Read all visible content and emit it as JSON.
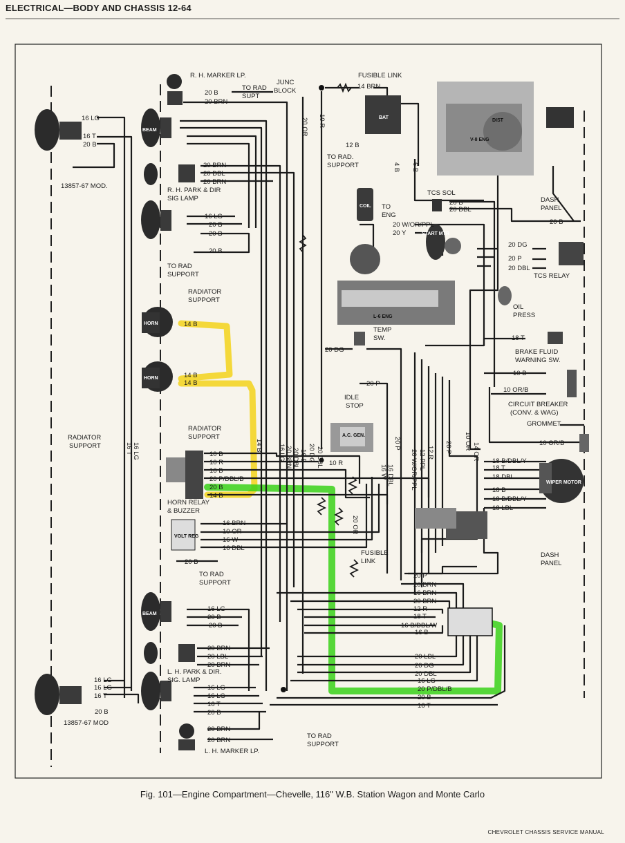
{
  "header": "ELECTRICAL—BODY AND CHASSIS 12-64",
  "caption": "Fig. 101—Engine Compartment—Chevelle, 116\" W.B. Station Wagon and Monte Carlo",
  "footer": "CHEVROLET CHASSIS SERVICE MANUAL",
  "highlight_colors": {
    "yellow": "#f3d21b",
    "green": "#39d11a"
  },
  "labels": {
    "rh_marker": "R. H. MARKER LP.",
    "to_rad_supt": "TO RAD",
    "to_rad_supt2": "SUPT",
    "junc_block1": "JUNC",
    "junc_block2": "BLOCK",
    "fusible_link_top": "FUSIBLE LINK",
    "mod_top": "13857-67 MOD.",
    "rh_park1": "R. H. PARK & DIR",
    "rh_park2": "SIG LAMP",
    "to_rad_support_a1": "TO RAD",
    "to_rad_support_a2": "SUPPORT",
    "radiator_support_a1": "RADIATOR",
    "radiator_support_a2": "SUPPORT",
    "to_rad_support_b1": "TO RAD.",
    "to_rad_support_b2": "SUPPORT",
    "to_eng1": "TO",
    "to_eng2": "ENG",
    "tcs_sol": "TCS SOL",
    "dash_panel_a1": "DASH",
    "dash_panel_a2": "PANEL",
    "tcs_relay": "TCS RELAY",
    "oil_press1": "OIL",
    "oil_press2": "PRESS",
    "temp_sw1": "TEMP",
    "temp_sw2": "SW.",
    "brake_fluid1": "BRAKE FLUID",
    "brake_fluid2": "WARNING SW.",
    "idle_stop1": "IDLE",
    "idle_stop2": "STOP",
    "circuit_breaker1": "CIRCUIT BREAKER",
    "circuit_breaker2": "(CONV. & WAG)",
    "grommet": "GROMMET",
    "radiator_support_left1": "RADIATOR",
    "radiator_support_left2": "SUPPORT",
    "radiator_support_b1": "RADIATOR",
    "radiator_support_b2": "SUPPORT",
    "horn_relay1": "HORN RELAY",
    "horn_relay2": "& BUZZER",
    "fusible_link_mid1": "FUSIBLE",
    "fusible_link_mid2": "LINK",
    "to_rad_support_c1": "TO RAD",
    "to_rad_support_c2": "SUPPORT",
    "dash_panel_b1": "DASH",
    "dash_panel_b2": "PANEL",
    "lh_park1": "L. H. PARK & DIR.",
    "lh_park2": "SIG. LAMP",
    "mod_bottom": "13857-67 MOD",
    "to_rad_support_d1": "TO RAD",
    "to_rad_support_d2": "SUPPORT",
    "lh_marker": "L. H. MARKER LP.",
    "l6_eng": "L-6 ENG",
    "v8_eng": "V-8 ENG",
    "dist": "DIST",
    "coil": "COIL",
    "ac_gen": "A.C. GEN.",
    "bat": "BAT",
    "starter": "START MTR",
    "horn": "HORN",
    "beam": "BEAM",
    "volt_reg": "VOLT REG",
    "wiper_motor": "WIPER MOTOR"
  },
  "wires": [
    "20 B",
    "20 BRN",
    "14 BRN",
    "12 B",
    "10 R",
    "20 OR",
    "6 B",
    "4 B",
    "16 LG",
    "16 T",
    "20 B",
    "20 BRN",
    "20 DBL",
    "20 BRN",
    "16 LG",
    "20 B",
    "20 B",
    "20 B",
    "20 W/OR/PPL",
    "20 Y",
    "20 B",
    "20 DBL",
    "20 B",
    "20 DG",
    "20 P",
    "20 DBL",
    "14 B",
    "14 B",
    "14 B",
    "20 DG",
    "18 T",
    "10 B",
    "10 OR/B",
    "10 OR/B",
    "20 P",
    "10 B",
    "10 R",
    "16 B",
    "20 P/DBL/B",
    "20 B",
    "14 B",
    "10 R",
    "16 W",
    "16 DBL",
    "18 B/DBL/Y",
    "18 T",
    "18 DBL",
    "18 B",
    "18 B/DBL/Y",
    "18 LBL",
    "16 BRN",
    "10 OR",
    "16 W",
    "16 DBL",
    "20 B",
    "20 OR",
    "20 P",
    "20 BRN",
    "16 BRN",
    "20 BRN",
    "12 R",
    "18 T",
    "16 B/DBL/W",
    "16 B",
    "16 LG",
    "20 B",
    "20 B",
    "20 BRN",
    "20 LBL",
    "20 BRN",
    "20 LBL",
    "20 DG",
    "20 DBL",
    "16 LG",
    "20 P/DBL/B",
    "20 B",
    "16 T",
    "16 LG",
    "16 LG",
    "16 T",
    "20 B",
    "16 LG",
    "16 LG",
    "16 T",
    "20 B",
    "20 BRN",
    "20 BRN",
    "14 B",
    "16 LG",
    "20 BRN",
    "20 DBL",
    "16 B",
    "20 DG",
    "20 DBL",
    "20 P",
    "20 W/OR/PPL",
    "12 PPL",
    "12 R",
    "20 P",
    "14 OR",
    "10 OR",
    "16 T",
    "16 LG"
  ]
}
